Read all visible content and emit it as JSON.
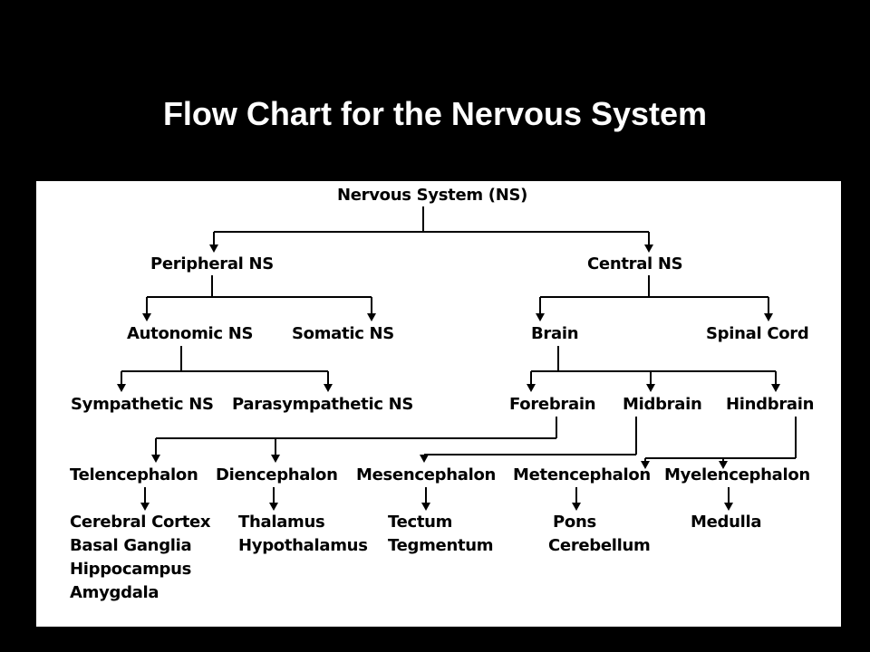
{
  "slide": {
    "title": "Flow Chart for the Nervous System"
  },
  "colors": {
    "background": "#000000",
    "title": "#ffffff",
    "panel": "#ffffff",
    "text": "#000000"
  },
  "diagram": {
    "nervous_system": "Nervous System (NS)",
    "peripheral_ns": "Peripheral NS",
    "central_ns": "Central NS",
    "autonomic_ns": "Autonomic NS",
    "somatic_ns": "Somatic NS",
    "brain": "Brain",
    "spinal_cord": "Spinal Cord",
    "sympathetic_ns": "Sympathetic NS",
    "parasympathetic_ns": "Parasympathetic NS",
    "forebrain": "Forebrain",
    "midbrain": "Midbrain",
    "hindbrain": "Hindbrain",
    "telencephalon": "Telencephalon",
    "diencephalon": "Diencephalon",
    "mesencephalon": "Mesencephalon",
    "metencephalon": "Metencephalon",
    "myelencephalon": "Myelencephalon",
    "telencephalon_parts": [
      "Cerebral Cortex",
      "Basal Ganglia",
      "Hippocampus",
      "Amygdala"
    ],
    "diencephalon_parts": [
      "Thalamus",
      "Hypothalamus"
    ],
    "mesencephalon_parts": [
      "Tectum",
      "Tegmentum"
    ],
    "metencephalon_parts": [
      "Pons",
      "Cerebellum"
    ],
    "myelencephalon_parts": [
      "Medulla"
    ]
  }
}
